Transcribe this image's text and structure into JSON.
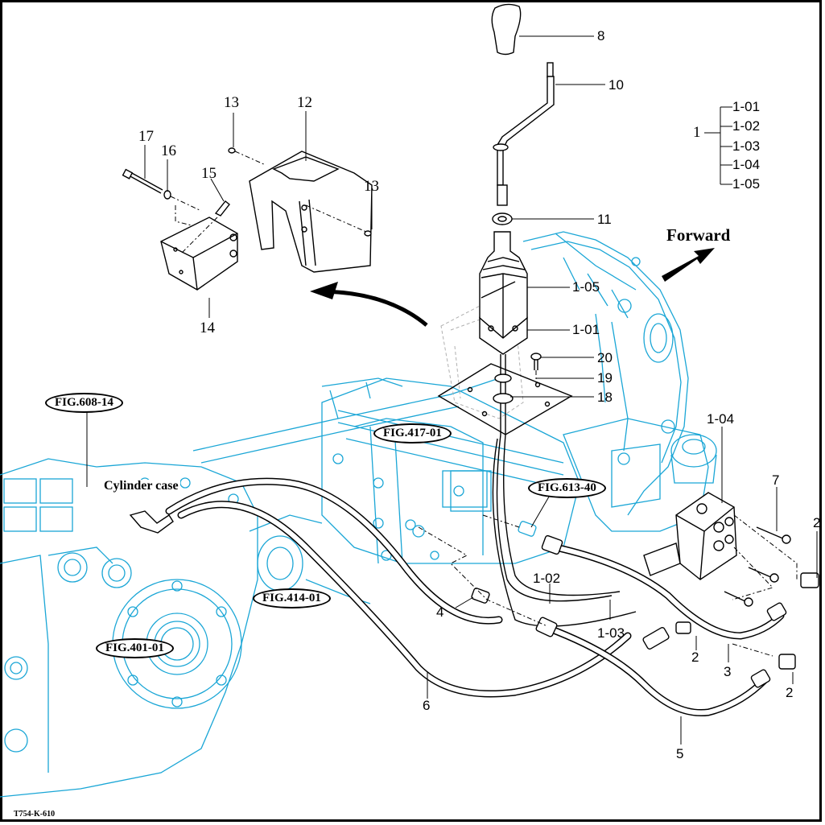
{
  "drawing": {
    "code": "T754-K-610",
    "direction_label": "Forward",
    "location_label": "Cylinder case",
    "colors": {
      "background_assembly": "#1aa6d6",
      "parts": "#000000",
      "page": "#ffffff"
    }
  },
  "assembly_tree": {
    "parent": "1",
    "children": [
      "1-01",
      "1-02",
      "1-03",
      "1-04",
      "1-05"
    ]
  },
  "figure_references": [
    {
      "id": "fig-608-14",
      "label": "FIG.608-14"
    },
    {
      "id": "fig-417-01",
      "label": "FIG.417-01"
    },
    {
      "id": "fig-613-40",
      "label": "FIG.613-40"
    },
    {
      "id": "fig-414-01",
      "label": "FIG.414-01"
    },
    {
      "id": "fig-401-01",
      "label": "FIG.401-01"
    }
  ],
  "callouts": {
    "c8": "8",
    "c10": "10",
    "c11": "11",
    "c12": "12",
    "c13a": "13",
    "c13b": "13",
    "c14": "14",
    "c15": "15",
    "c16": "16",
    "c17": "17",
    "c1_05": "1-05",
    "c1_01": "1-01",
    "c20": "20",
    "c19": "19",
    "c18": "18",
    "c1_04": "1-04",
    "c7": "7",
    "c2a": "2",
    "c2b": "2",
    "c2c": "2",
    "c3": "3",
    "c4": "4",
    "c5": "5",
    "c6": "6",
    "c1_02": "1-02",
    "c1_03": "1-03"
  }
}
